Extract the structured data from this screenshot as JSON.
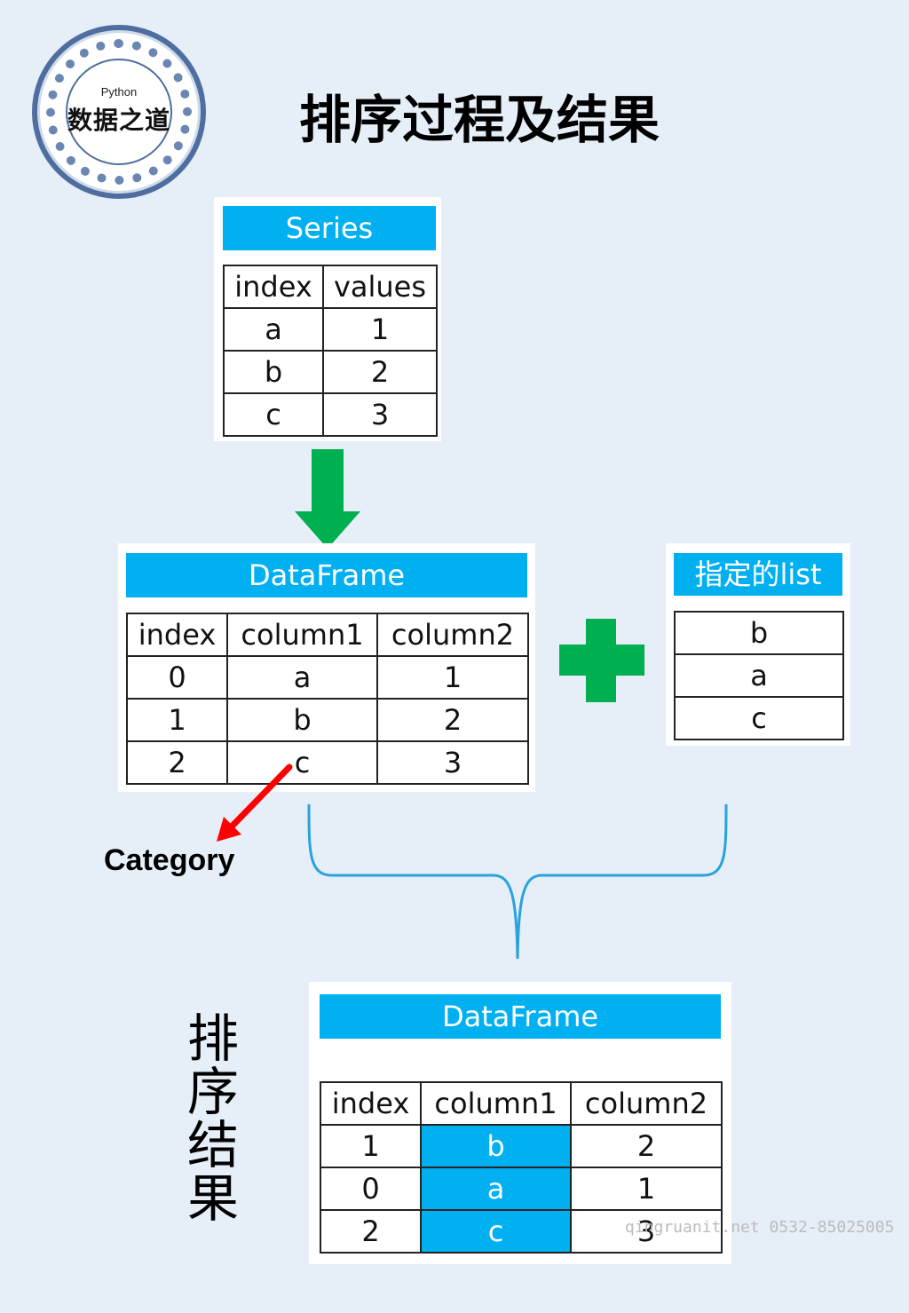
{
  "logo": {
    "small_text": "Python",
    "main_text": "数据之道"
  },
  "title": "排序过程及结果",
  "series_table": {
    "title": "Series",
    "headers": [
      "index",
      "values"
    ],
    "rows": [
      [
        "a",
        "1"
      ],
      [
        "b",
        "2"
      ],
      [
        "c",
        "3"
      ]
    ]
  },
  "dataframe_table": {
    "title": "DataFrame",
    "headers": [
      "index",
      "column1",
      "column2"
    ],
    "rows": [
      [
        "0",
        "a",
        "1"
      ],
      [
        "1",
        "b",
        "2"
      ],
      [
        "2",
        "c",
        "3"
      ]
    ]
  },
  "list_table": {
    "title": "指定的list",
    "rows": [
      [
        "b"
      ],
      [
        "a"
      ],
      [
        "c"
      ]
    ]
  },
  "category_label": "Category",
  "result_label": "排序结果",
  "result_table": {
    "title": "DataFrame",
    "headers": [
      "index",
      "column1",
      "column2"
    ],
    "rows": [
      [
        "1",
        "b",
        "2"
      ],
      [
        "0",
        "a",
        "1"
      ],
      [
        "2",
        "c",
        "3"
      ]
    ]
  },
  "watermark": "qingruanit.net 0532-85025005",
  "colors": {
    "header_blue": "#00b0f0",
    "arrow_green": "#00b050",
    "arrow_red": "#ff0000",
    "brace_blue": "#2aa2dd",
    "background": "#e6eef8"
  }
}
